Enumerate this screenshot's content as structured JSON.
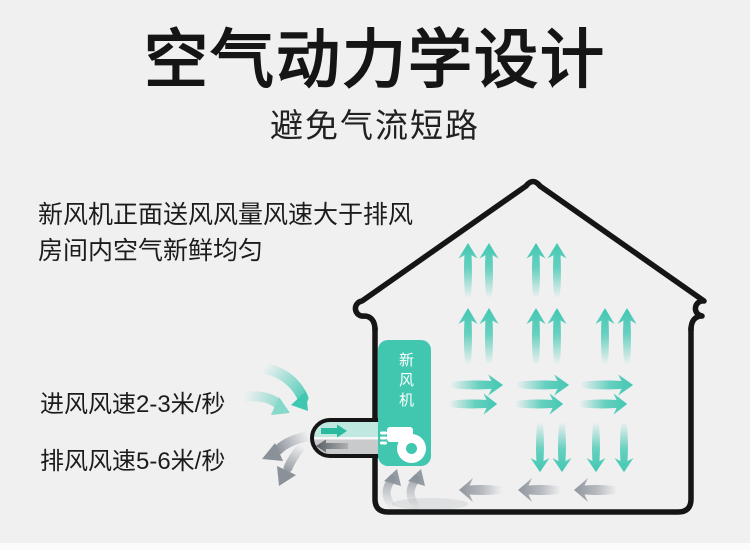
{
  "page": {
    "background": "#f0f0f1",
    "footer_strip": "#fbfbfc"
  },
  "header": {
    "title": "空气动力学设计",
    "subtitle": "避免气流短路"
  },
  "description": {
    "line1": "新风机正面送风风量风速大于排风",
    "line2": "房间内空气新鲜均匀"
  },
  "callouts": {
    "intake_speed": "进风风速2-3米/秒",
    "exhaust_speed": "排风风速5-6米/秒"
  },
  "device": {
    "label": "新风机",
    "icon": "fan-blower-icon"
  },
  "icons": {
    "fan-blower-icon": "centrifugal blower silhouette",
    "fresh-air-arrow-icon": "↑ teal gradient arrow",
    "exhaust-arrow-icon": "← gray gradient arrow",
    "duct-intake-arrow-icon": "→",
    "duct-exhaust-arrow-icon": "←"
  },
  "colors": {
    "bg": "#f0f0f1",
    "strip": "#fbfbfc",
    "ink": "#151515",
    "text": "#1c1c1c",
    "teal": "#3fc7b1",
    "teal-light": "#86d9ca",
    "gray-arrow": "#8a9199",
    "device": "#41c6b0",
    "duct-intake": "#bfe8e0",
    "duct-exhaust": "#c9cacb",
    "duct-dark": "#596066",
    "duct-arrow": "#2bbaa0"
  }
}
